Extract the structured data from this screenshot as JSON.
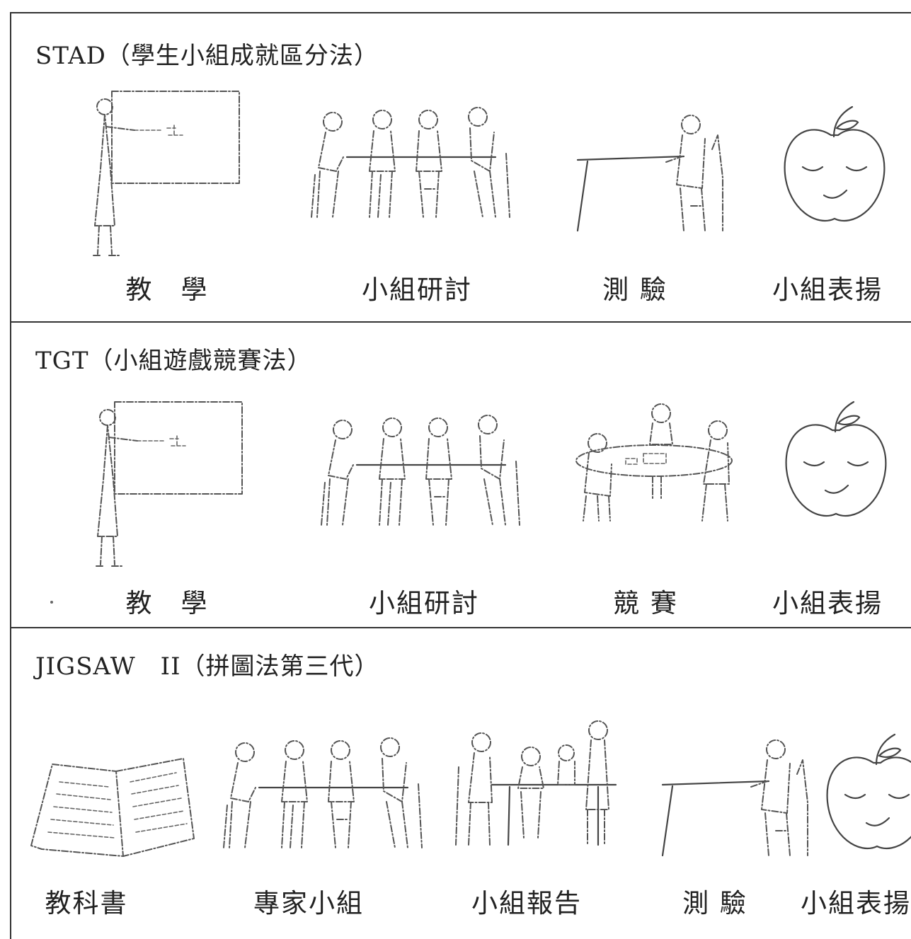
{
  "sections": [
    {
      "title": "STAD（學生小組成就區分法）",
      "steps": [
        {
          "label": "教　學",
          "icon": "teacher-board-icon"
        },
        {
          "label": "小組研討",
          "icon": "group-table-icon"
        },
        {
          "label": "測 驗",
          "icon": "student-test-icon"
        },
        {
          "label": "小組表揚",
          "icon": "apple-smile-icon"
        }
      ]
    },
    {
      "title": "TGT（小組遊戲競賽法）",
      "steps": [
        {
          "label": "教　學",
          "icon": "teacher-board-icon"
        },
        {
          "label": "小組研討",
          "icon": "group-table-icon"
        },
        {
          "label": "競 賽",
          "icon": "round-table-game-icon"
        },
        {
          "label": "小組表揚",
          "icon": "apple-smile-icon"
        }
      ]
    },
    {
      "title": "JIGSAW　II（拼圖法第三代）",
      "steps": [
        {
          "label": "教科書",
          "icon": "open-book-icon"
        },
        {
          "label": "專家小組",
          "icon": "expert-group-icon"
        },
        {
          "label": "小組報告",
          "icon": "group-report-icon"
        },
        {
          "label": "測 驗",
          "icon": "student-test-icon"
        },
        {
          "label": "小組表揚",
          "icon": "apple-smile-icon"
        }
      ]
    }
  ]
}
